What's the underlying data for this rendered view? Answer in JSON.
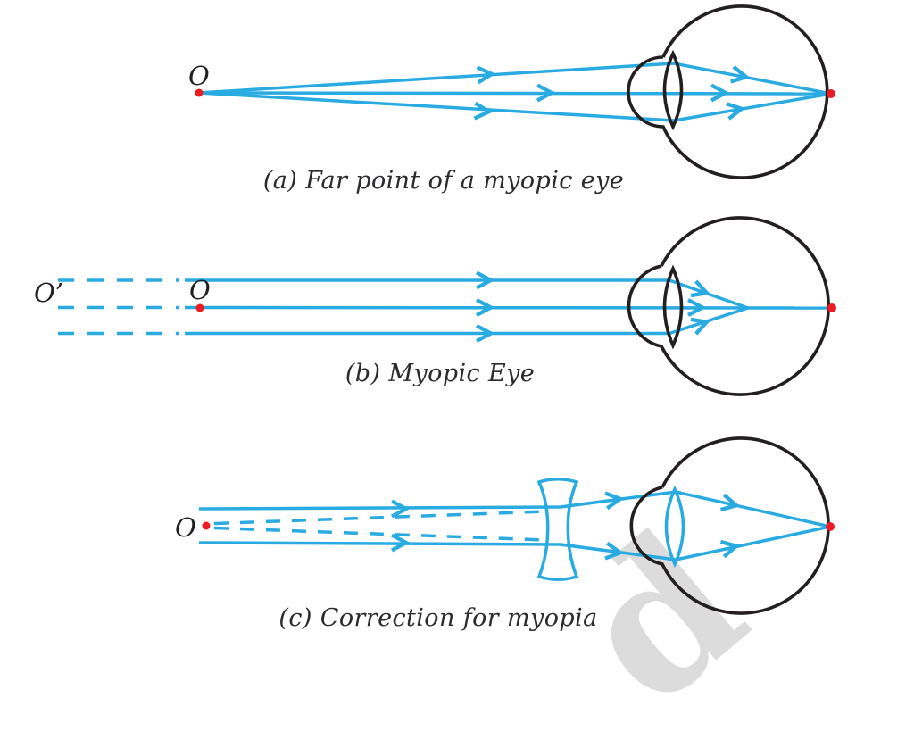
{
  "figure": {
    "panels": [
      {
        "id": "a",
        "caption": "(a) Far point of a myopic eye",
        "point_label": "O"
      },
      {
        "id": "b",
        "caption": "(b) Myopic Eye",
        "point_label": "O",
        "virtual_point_label": "O’"
      },
      {
        "id": "c",
        "caption": "(c) Correction for myopia",
        "point_label": "O"
      }
    ],
    "colors": {
      "ray": "#29abe2",
      "outline": "#231f20",
      "point": "#ed1c24",
      "caption_text": "#2b2b2e",
      "watermark": "#dcdcdc"
    },
    "watermark_text": "d"
  }
}
